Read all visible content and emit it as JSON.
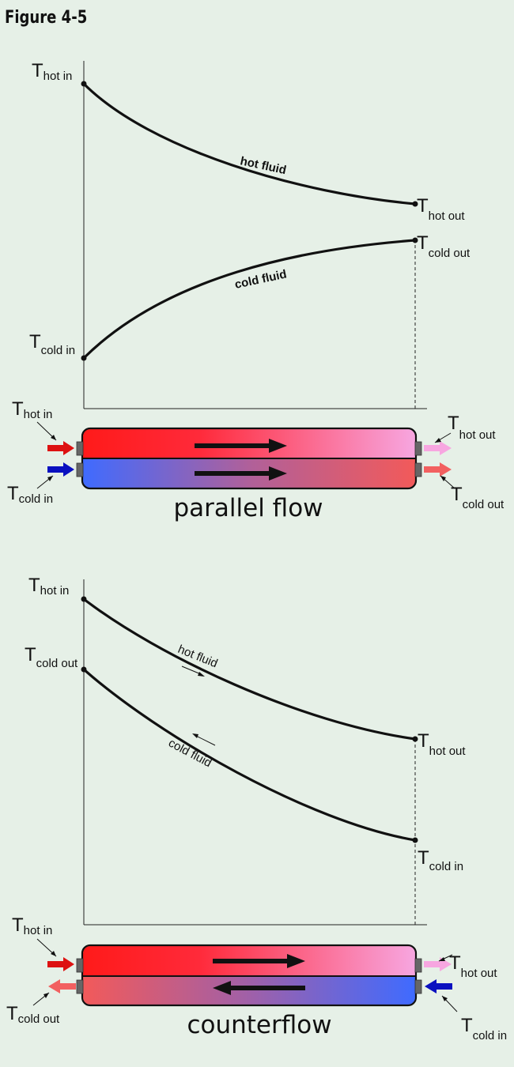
{
  "figure_title": "Figure 4-5",
  "T": "T",
  "sub": {
    "hot_in": "hot in",
    "hot_out": "hot out",
    "cold_in": "cold in",
    "cold_out": "cold out"
  },
  "parallel": {
    "caption": "parallel flow",
    "hot_label": "hot fluid",
    "cold_label": "cold fluid"
  },
  "counter": {
    "caption": "counterflow",
    "hot_label": "hot fluid",
    "cold_label": "cold fluid"
  },
  "colors": {
    "background": "#e6f0e7",
    "hot_red": "#ff1a1a",
    "hot_pink": "#f7a6e0",
    "cold_blue": "#3f6bff",
    "cold_red": "#f25a5a",
    "arrow_red": "#dd1111",
    "arrow_blue": "#0a10c0",
    "arrow_pink": "#f7a6e0",
    "arrow_salmon": "#f26060"
  }
}
